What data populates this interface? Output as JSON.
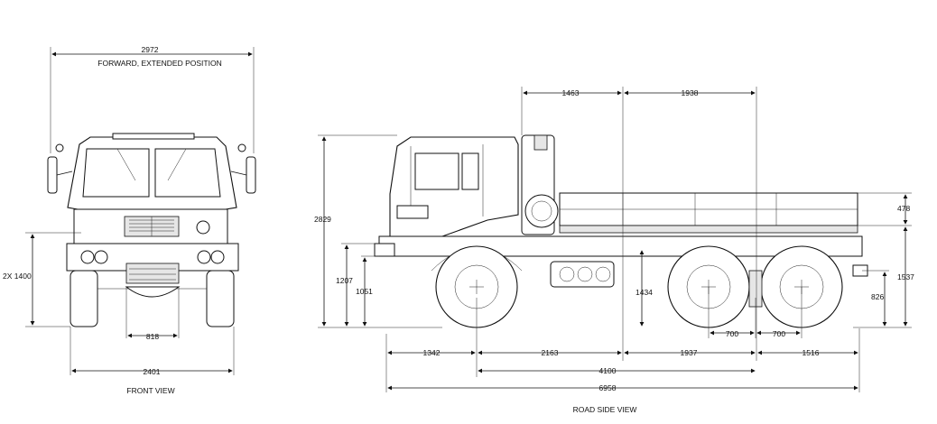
{
  "front_view": {
    "caption": "FRONT VIEW",
    "width_extended": "2972",
    "width_extended_note": "FORWARD, EXTENDED POSITION",
    "light_height": "2X 1400",
    "track": "818",
    "overall_width": "2401"
  },
  "side_view": {
    "caption": "ROAD SIDE VIEW",
    "cab_to_axle": "1463",
    "axle_to_bed": "1938",
    "overall_height": "2829",
    "bumper_height": "1207",
    "hitch_height": "1051",
    "bed_rail_height": "478",
    "bed_height": "1537",
    "frame_height": "1434",
    "pintle_height": "826",
    "front_overhang": "1342",
    "wheelbase_front": "2163",
    "wheelbase_rear": "1937",
    "rear_overhang": "1516",
    "tandem_spacing_a": "700",
    "tandem_spacing_b": "700",
    "wheelbase_total": "4100",
    "overall_length": "6958"
  }
}
